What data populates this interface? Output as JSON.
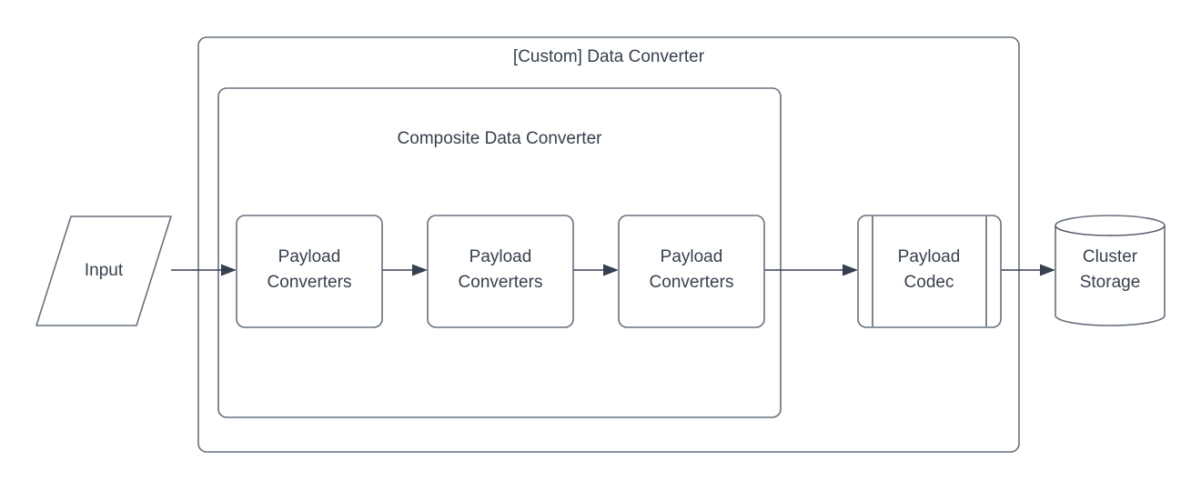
{
  "diagram": {
    "type": "flowchart",
    "title_visible": false,
    "colors": {
      "stroke": "#67707e",
      "connector": "#36404e",
      "text": "#36404e",
      "background": "#ffffff"
    },
    "containers": [
      {
        "id": "custom-data-converter",
        "label": "[Custom] Data Converter",
        "shape": "rounded-rectangle"
      },
      {
        "id": "composite-data-converter",
        "label": "Composite Data Converter",
        "shape": "rounded-rectangle"
      }
    ],
    "nodes": [
      {
        "id": "input",
        "label": "Input",
        "shape": "parallelogram"
      },
      {
        "id": "payload-converters-1",
        "label_line1": "Payload",
        "label_line2": "Converters",
        "shape": "rounded-rectangle"
      },
      {
        "id": "payload-converters-2",
        "label_line1": "Payload",
        "label_line2": "Converters",
        "shape": "rounded-rectangle"
      },
      {
        "id": "payload-converters-3",
        "label_line1": "Payload",
        "label_line2": "Converters",
        "shape": "rounded-rectangle"
      },
      {
        "id": "payload-codec",
        "label_line1": "Payload",
        "label_line2": "Codec",
        "shape": "predefined-process"
      },
      {
        "id": "cluster-storage",
        "label_line1": "Cluster",
        "label_line2": "Storage",
        "shape": "cylinder"
      }
    ],
    "edges": [
      {
        "id": "edge-input-to-pc1",
        "from": "input",
        "to": "payload-converters-1",
        "label": ""
      },
      {
        "id": "edge-pc1-to-pc2",
        "from": "payload-converters-1",
        "to": "payload-converters-2",
        "label": ""
      },
      {
        "id": "edge-pc2-to-pc3",
        "from": "payload-converters-2",
        "to": "payload-converters-3",
        "label": ""
      },
      {
        "id": "edge-pc3-to-codec",
        "from": "payload-converters-3",
        "to": "payload-codec",
        "label": ""
      },
      {
        "id": "edge-codec-to-storage",
        "from": "payload-codec",
        "to": "cluster-storage",
        "label": ""
      }
    ]
  }
}
